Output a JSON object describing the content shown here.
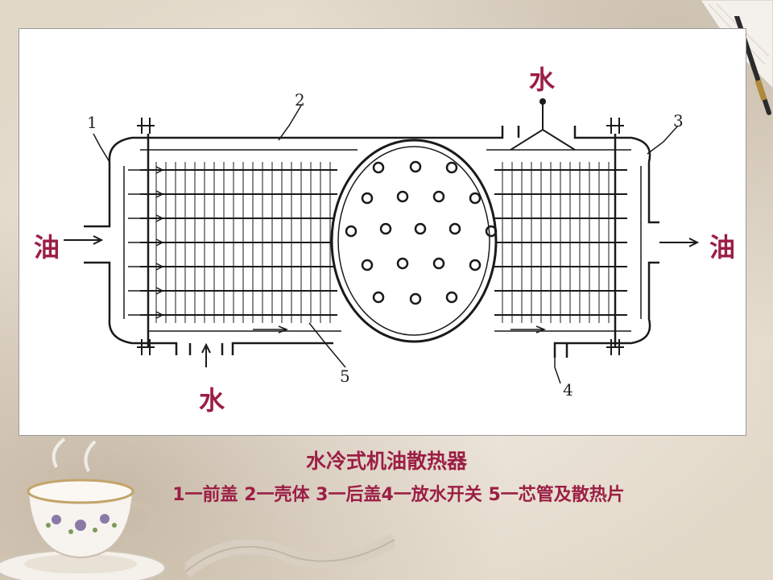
{
  "labels": {
    "water_top": "水",
    "water_bottom": "水",
    "oil_left": "油",
    "oil_right": "油"
  },
  "part_numbers": [
    "1",
    "2",
    "3",
    "4",
    "5"
  ],
  "caption": {
    "title": "水冷式机油散热器",
    "legend": "1一前盖  2一壳体  3一后盖4一放水开关  5一芯管及散热片"
  },
  "colors": {
    "label": "#9c1e45",
    "line": "#1a1a1a"
  },
  "icons": [
    "teacup-icon",
    "pen-icon",
    "book-icon",
    "scroll-icon"
  ]
}
